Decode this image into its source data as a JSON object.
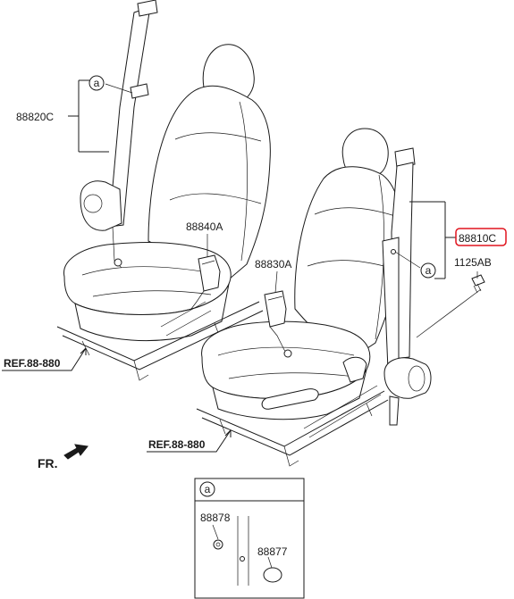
{
  "labels": {
    "part_88820C": "88820C",
    "part_88840A": "88840A",
    "part_88830A": "88830A",
    "part_88810C": "88810C",
    "part_1125AB": "1125AB",
    "ref_left": "REF.88-880",
    "ref_right": "REF.88-880",
    "front": "FR.",
    "callout_a_left": "a",
    "callout_a_right": "a",
    "detail_header": "a",
    "detail_88878": "88878",
    "detail_88877": "88877"
  },
  "colors": {
    "line": "#1a1a1a",
    "highlight": "#e0141e",
    "background": "#ffffff"
  },
  "icons": {
    "front_arrow": "arrow-icon"
  }
}
